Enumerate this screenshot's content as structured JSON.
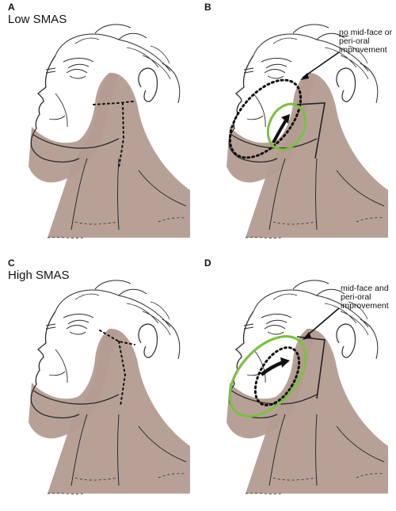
{
  "panels": [
    {
      "letter": "A",
      "heading": "Low SMAS"
    },
    {
      "letter": "B",
      "annotation": {
        "emph": "no",
        "rest": " mid-face or peri-oral improvement"
      }
    },
    {
      "letter": "C",
      "heading": "High SMAS"
    },
    {
      "letter": "D",
      "annotation": {
        "text": "mid-face and peri-oral improvement"
      }
    }
  ],
  "colors": {
    "skin": "#b39c91",
    "line": "#2a2a2a",
    "ellipse_green": "#7bc043",
    "dotted": "#111111"
  },
  "icons": [
    "face-profile-illustration",
    "arrow-icon"
  ]
}
